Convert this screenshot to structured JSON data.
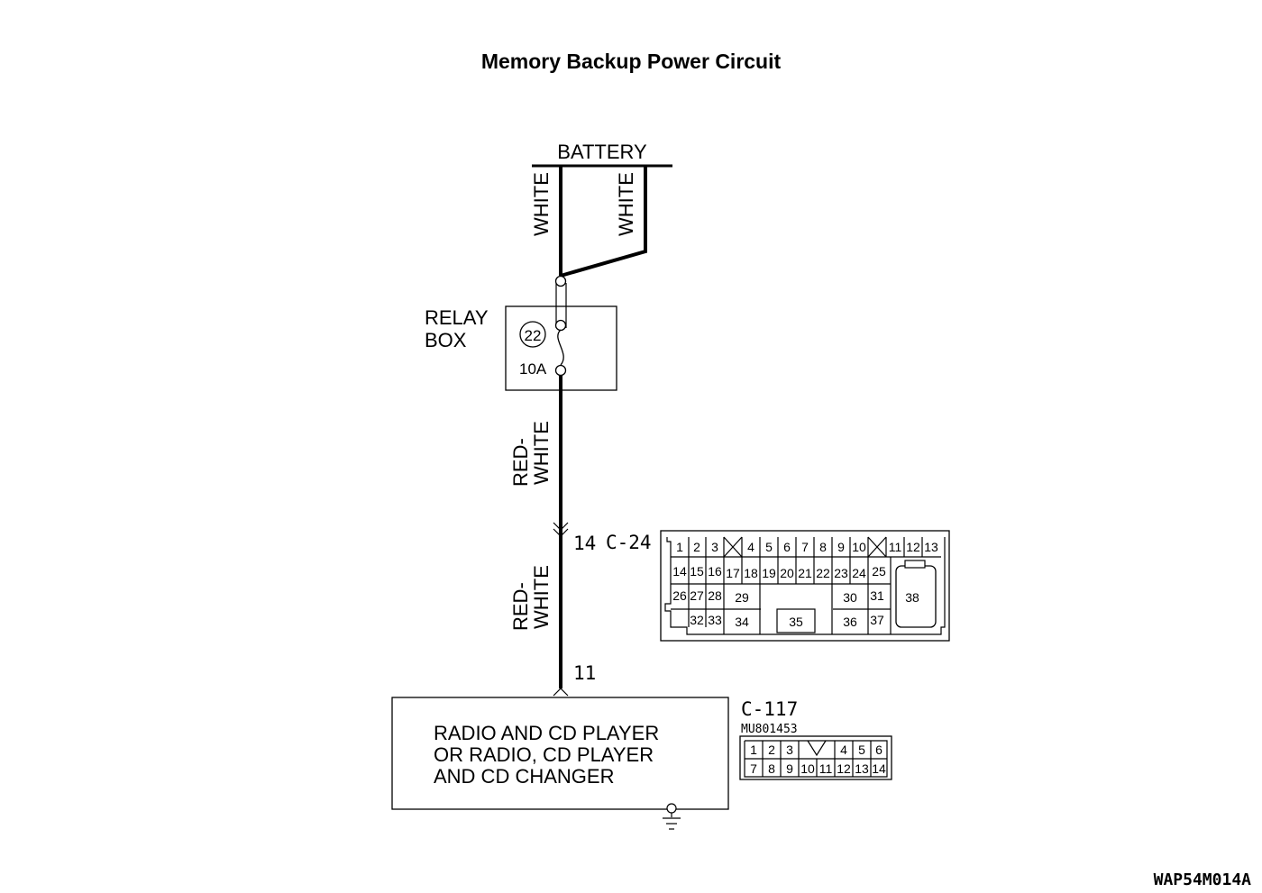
{
  "title": "Memory Backup Power Circuit",
  "battery": {
    "label": "BATTERY"
  },
  "wires": {
    "white_left": "WHITE",
    "white_right": "WHITE",
    "red_white_upper_1": "RED-",
    "red_white_upper_2": "WHITE",
    "red_white_lower_1": "RED-",
    "red_white_lower_2": "WHITE"
  },
  "relay_box": {
    "label_line1": "RELAY",
    "label_line2": "BOX",
    "fuse_number": "22",
    "fuse_rating": "10A"
  },
  "connector_c24": {
    "pin_label": "14",
    "name": "C-24",
    "pins": {
      "p1": "1",
      "p2": "2",
      "p3": "3",
      "p4": "4",
      "p5": "5",
      "p6": "6",
      "p7": "7",
      "p8": "8",
      "p9": "9",
      "p10": "10",
      "p11": "11",
      "p12": "12",
      "p13": "13",
      "p14": "14",
      "p15": "15",
      "p16": "16",
      "p17": "17",
      "p18": "18",
      "p19": "19",
      "p20": "20",
      "p21": "21",
      "p22": "22",
      "p23": "23",
      "p24": "24",
      "p25": "25",
      "p26": "26",
      "p27": "27",
      "p28": "28",
      "p29": "29",
      "p30": "30",
      "p31": "31",
      "p32": "32",
      "p33": "33",
      "p34": "34",
      "p35": "35",
      "p36": "36",
      "p37": "37",
      "p38": "38"
    }
  },
  "radio": {
    "pin_label": "11",
    "line1": "RADIO AND CD PLAYER",
    "line2": "OR RADIO, CD PLAYER",
    "line3": "AND CD CHANGER"
  },
  "connector_c117": {
    "name": "C-117",
    "part_number": "MU801453",
    "pins": {
      "p1": "1",
      "p2": "2",
      "p3": "3",
      "p4": "4",
      "p5": "5",
      "p6": "6",
      "p7": "7",
      "p8": "8",
      "p9": "9",
      "p10": "10",
      "p11": "11",
      "p12": "12",
      "p13": "13",
      "p14": "14"
    }
  },
  "figure_code": "WAP54M014A"
}
